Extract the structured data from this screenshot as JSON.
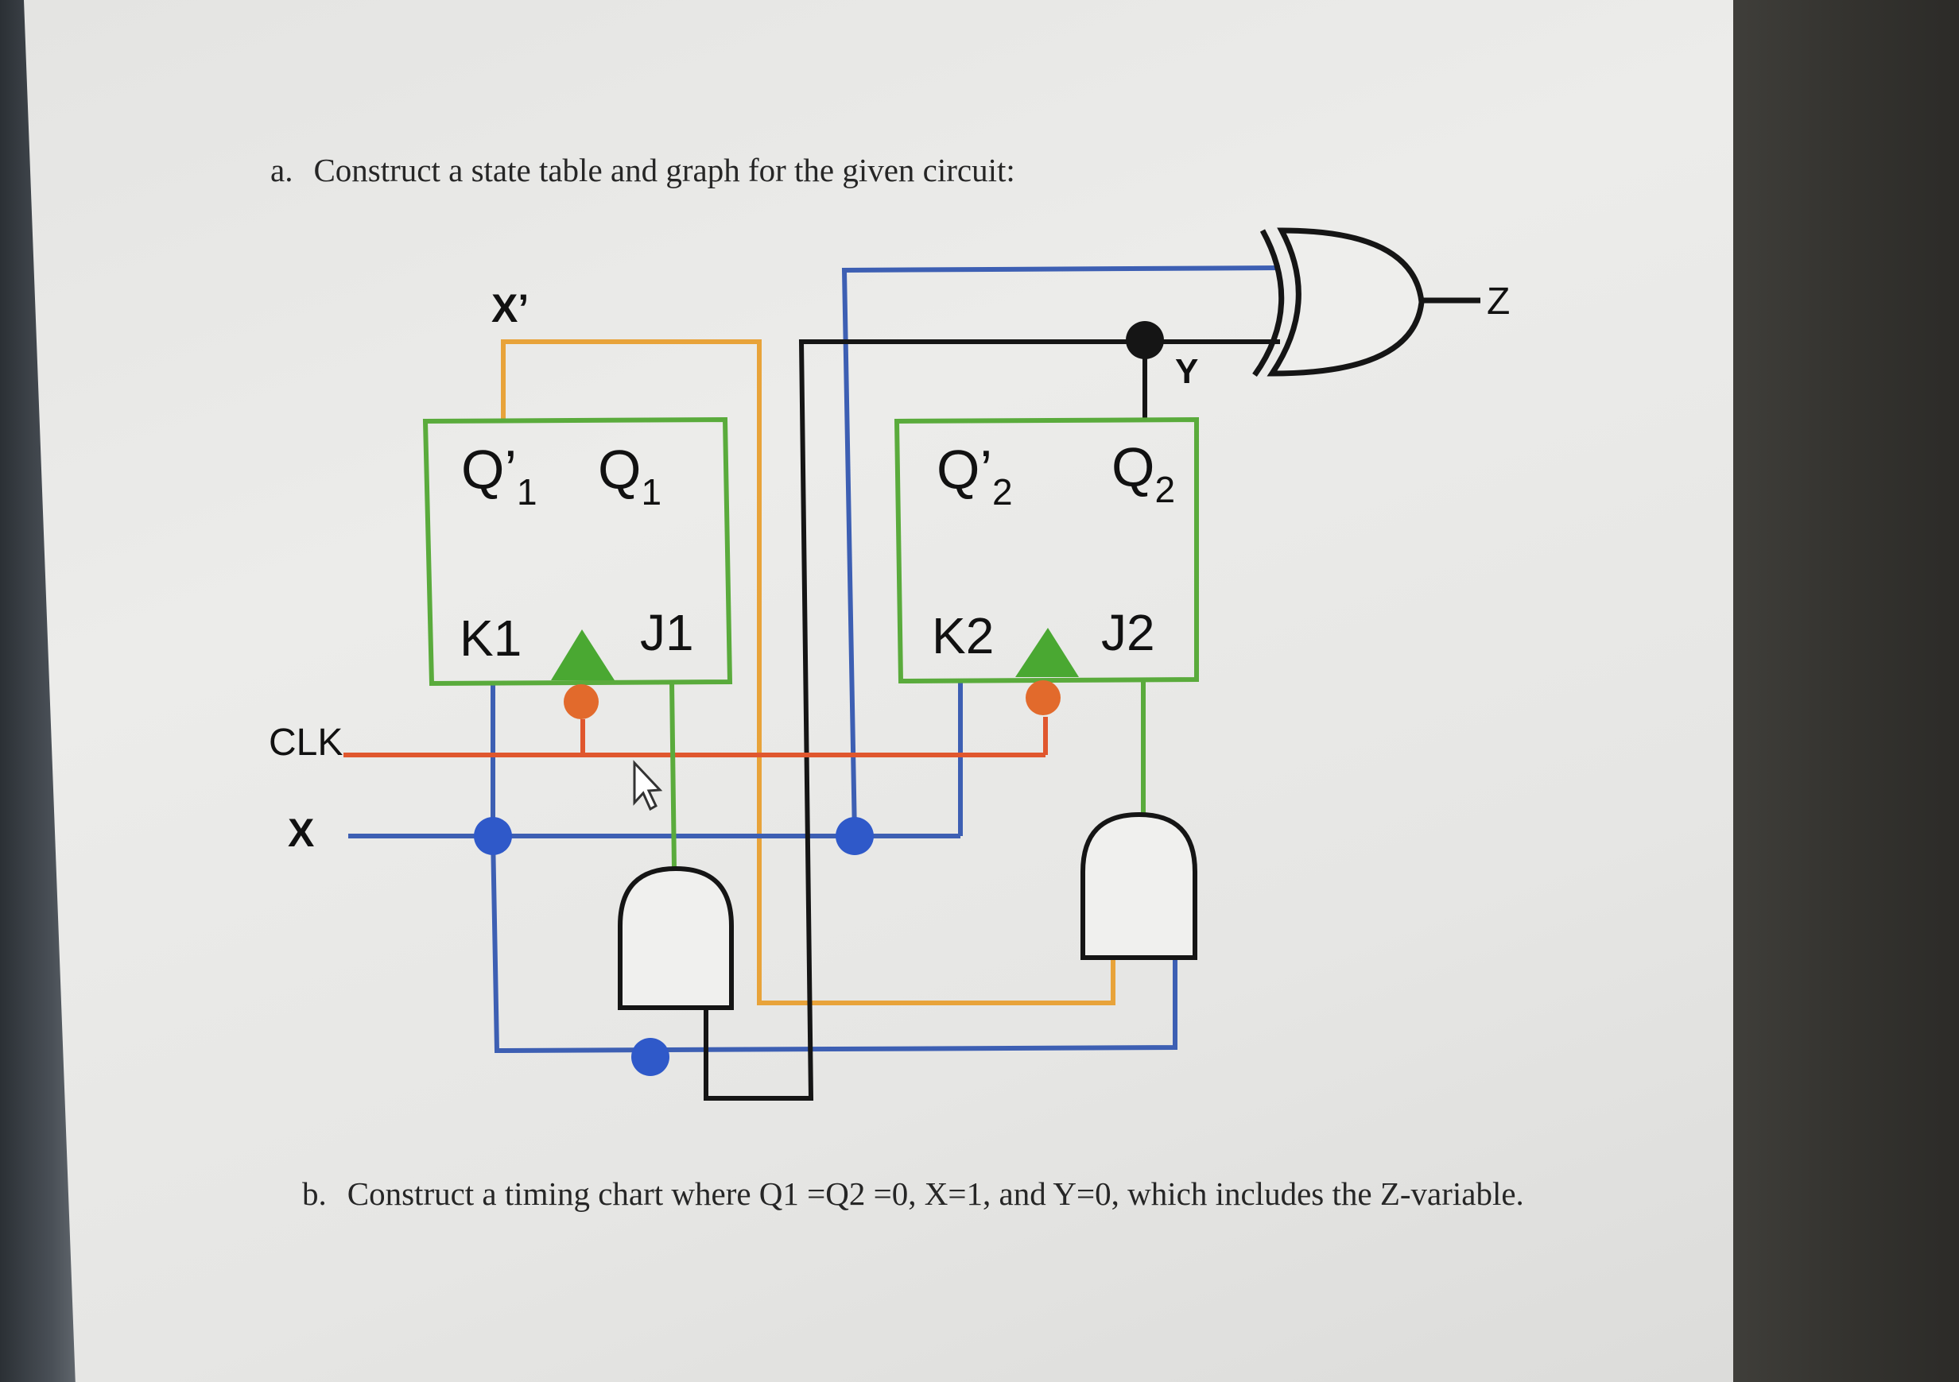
{
  "question_a": {
    "letter": "a.",
    "text": "Construct a state table and graph for the given circuit:"
  },
  "question_b": {
    "letter": "b.",
    "text": "Construct a timing chart where Q1 =Q2 =0, X=1, and Y=0, which includes the Z-variable."
  },
  "circuit": {
    "ff1": {
      "q_bar": "Q’",
      "q_bar_sub": "1",
      "q": "Q",
      "q_sub": "1",
      "k": "K1",
      "j": "J1"
    },
    "ff2": {
      "q_bar": "Q’",
      "q_bar_sub": "2",
      "q": "Q",
      "q_sub": "2",
      "k": "K2",
      "j": "J2"
    },
    "signals": {
      "x_prime": "X’",
      "y": "Y",
      "z": "Z",
      "clk": "CLK",
      "x": "X"
    },
    "colors": {
      "ff_border": "#5aab3c",
      "clock_triangle": "#4aa832",
      "clock_bubble": "#e26a2c",
      "clk_wire": "#e0572e",
      "x_wire": "#3d5fb3",
      "xprime_wire": "#e8a33a",
      "j_wire": "#5aab3c",
      "black_wire": "#151515"
    }
  }
}
